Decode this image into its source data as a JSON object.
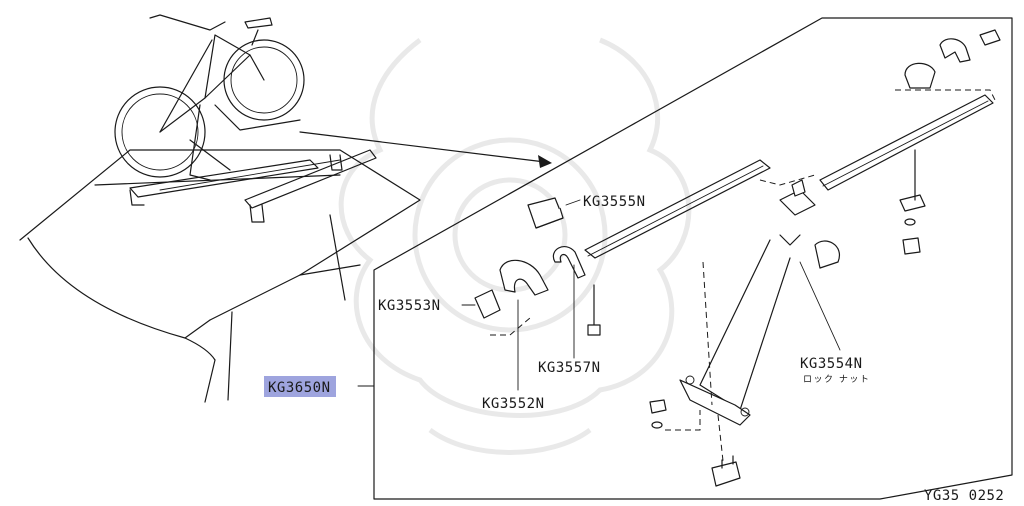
{
  "labels": {
    "kg3555": "KG3555N",
    "kg3553": "KG3553N",
    "kg3557": "KG3557N",
    "kg3552": "KG3552N",
    "kg3554": "KG3554N",
    "kg3554_note": "ロック ナット",
    "kg3650": "KG3650N"
  },
  "figure_code": "YG35 0252",
  "colors": {
    "highlight": "#8d94d8",
    "line": "#1a1a1a",
    "watermark": "#e9e9e9"
  }
}
